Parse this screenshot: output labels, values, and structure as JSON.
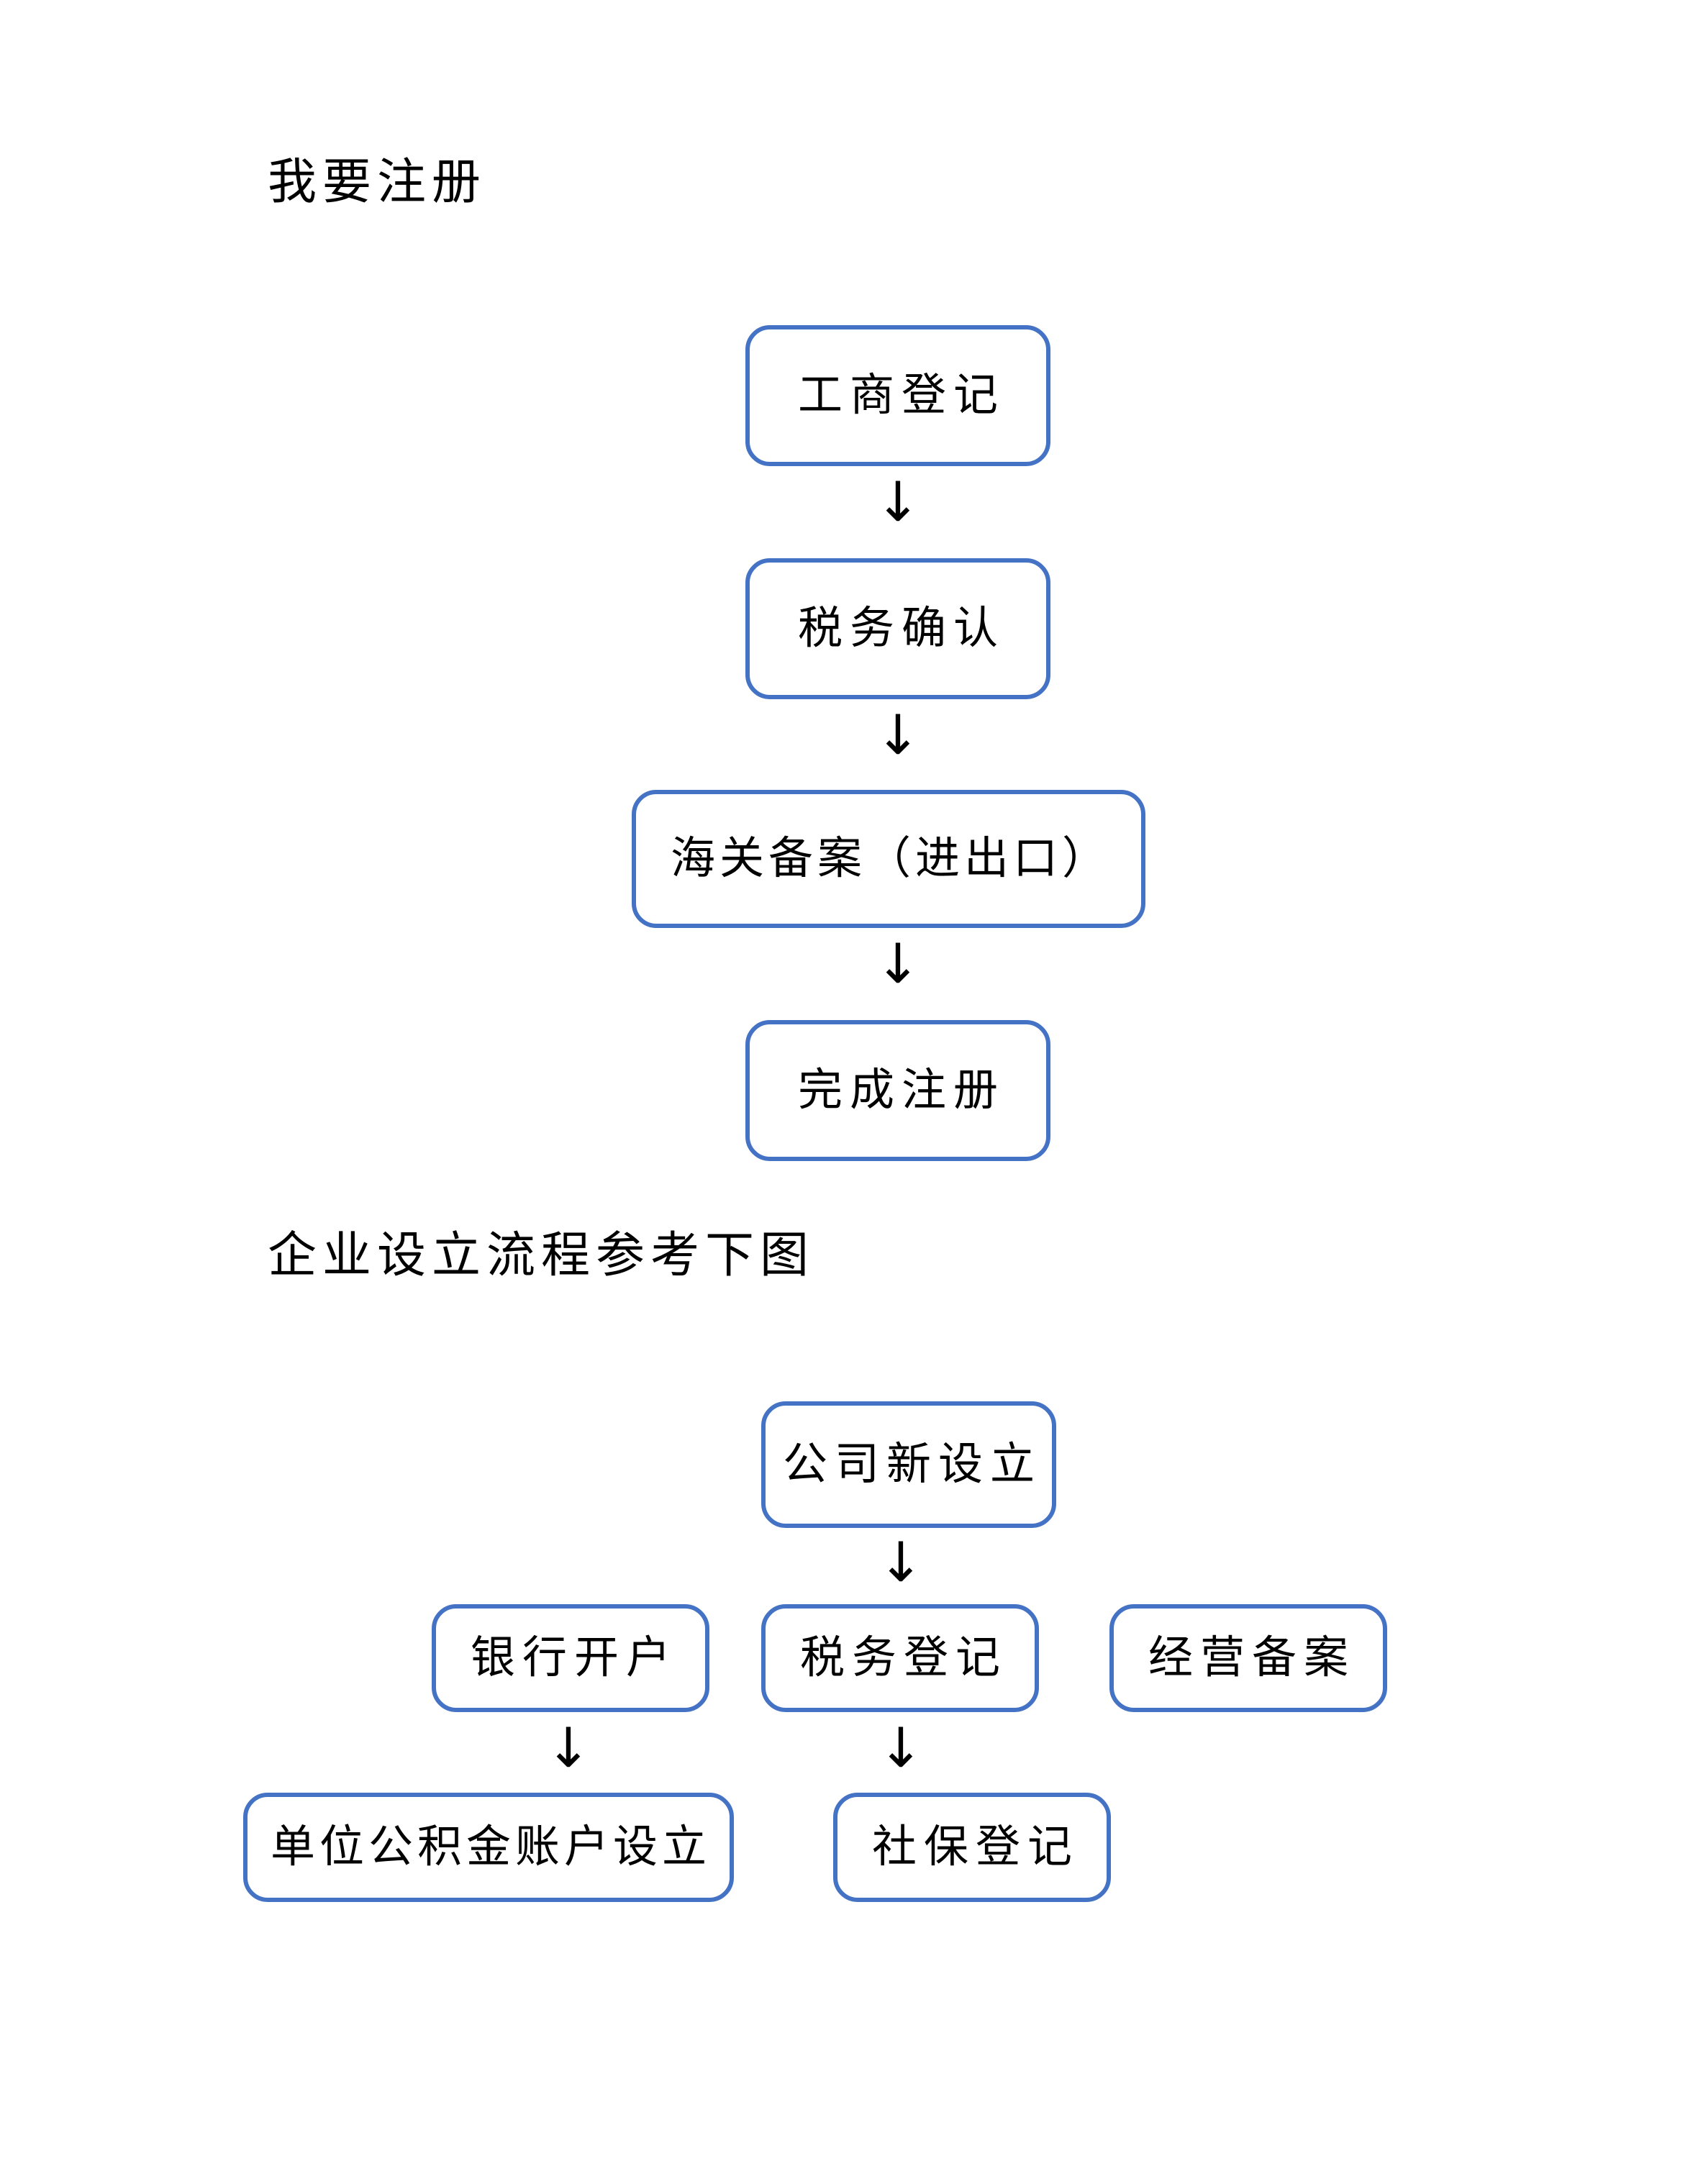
{
  "document": {
    "sections": [
      {
        "heading": "我要注册",
        "flow": {
          "nodes": [
            {
              "label": "工商登记"
            },
            {
              "label": "税务确认"
            },
            {
              "label": "海关备案（进出口）"
            },
            {
              "label": "完成注册"
            }
          ],
          "connectors": [
            {
              "glyph": "↓",
              "from": "工商登记",
              "to": "税务确认"
            },
            {
              "glyph": "↓",
              "from": "税务确认",
              "to": "海关备案（进出口）"
            },
            {
              "glyph": "↓",
              "from": "海关备案（进出口）",
              "to": "完成注册"
            }
          ]
        }
      },
      {
        "heading": "企业设立流程参考下图",
        "flow": {
          "nodes": [
            {
              "label": "公司新设立"
            },
            {
              "label": "银行开户"
            },
            {
              "label": "税务登记"
            },
            {
              "label": "经营备案"
            },
            {
              "label": "单位公积金账户设立"
            },
            {
              "label": "社保登记"
            }
          ],
          "connectors": [
            {
              "glyph": "↓",
              "from": "公司新设立",
              "to": "税务登记"
            },
            {
              "glyph": "↓",
              "from": "银行开户",
              "to": "单位公积金账户设立"
            },
            {
              "glyph": "↓",
              "from": "税务登记",
              "to": "社保登记"
            }
          ]
        }
      }
    ]
  },
  "colors": {
    "box_border": "#4472C4",
    "box_fill": "#FFFFFF",
    "text": "#000000",
    "page_background": "#FFFFFF"
  }
}
